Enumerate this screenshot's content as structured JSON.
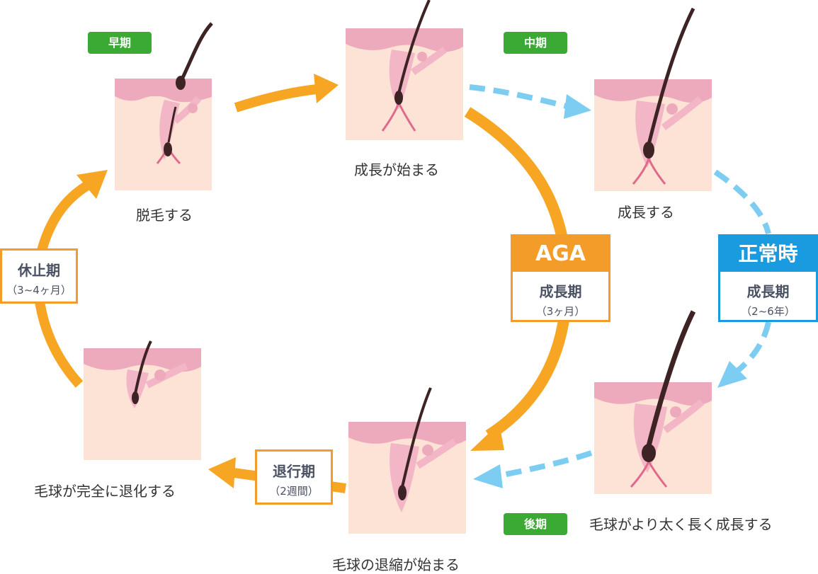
{
  "phase_tags": {
    "early": "早期",
    "middle": "中期",
    "late": "後期"
  },
  "stages": {
    "shedding": "脱毛する",
    "growth_begins": "成長が始まる",
    "grows": "成長する",
    "grows_thicker": "毛球がより太く長く成長する",
    "bulb_shrinks": "毛球の退縮が始まる",
    "bulb_regressed": "毛球が完全に退化する"
  },
  "periods": {
    "resting": {
      "title": "休止期",
      "duration": "（3~4ヶ月）"
    },
    "regression": {
      "title": "退行期",
      "duration": "（2週間）"
    },
    "aga_growth": {
      "header": "AGA",
      "title": "成長期",
      "duration": "（3ヶ月）"
    },
    "normal_growth": {
      "header": "正常時",
      "title": "成長期",
      "duration": "（2~6年）"
    }
  },
  "colors": {
    "orange": "#f39c2a",
    "blue": "#1a9be0",
    "light_blue": "#7dcdf2",
    "green": "#3aaa35",
    "skin": "#fde3d6",
    "pink": "#eeaabd",
    "hair": "#3d2323"
  }
}
